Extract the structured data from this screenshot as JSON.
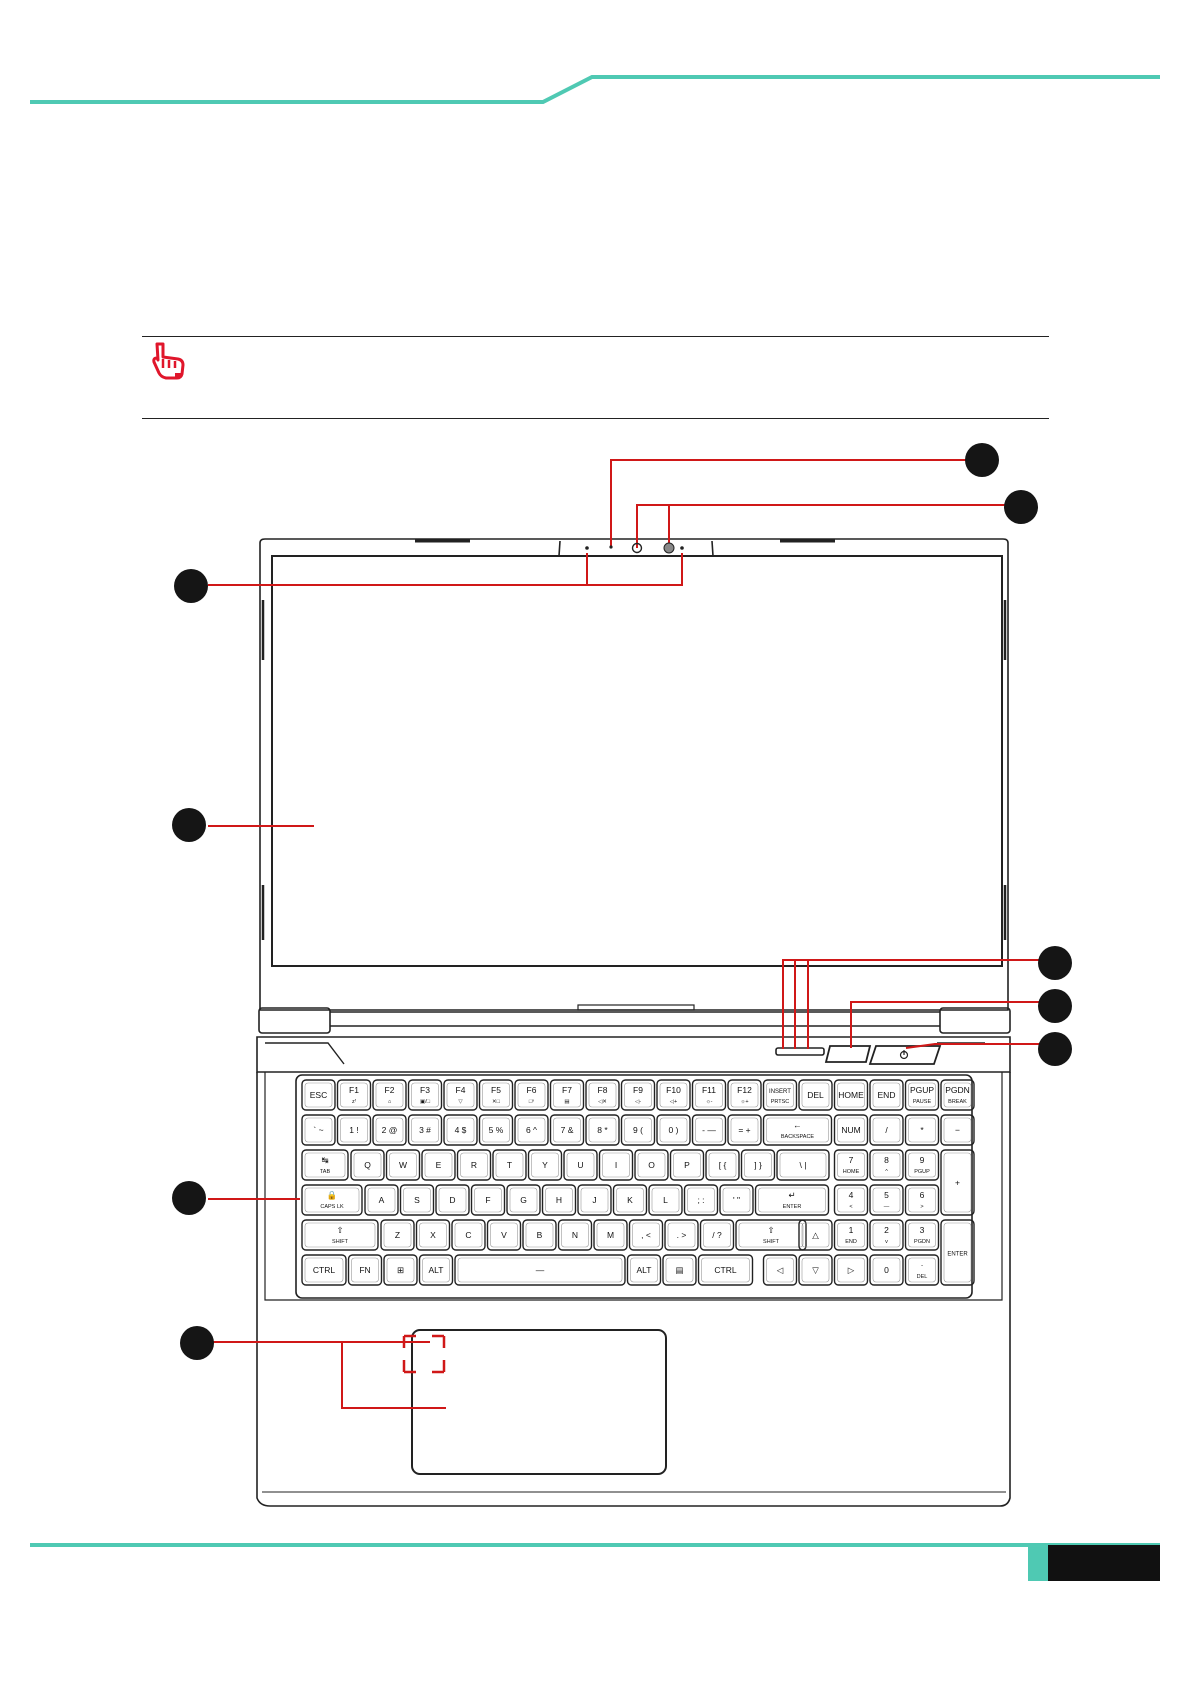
{
  "colors": {
    "accent": "#4fc9b3",
    "callout_line": "#d01818",
    "callout_dot": "#151515",
    "note_icon": "#e0162b",
    "outline": "#222222"
  },
  "header_band": "teal-stepped-rule",
  "note": {
    "icon": "pointing-hand-icon",
    "text": ""
  },
  "callouts": [
    "callout-1",
    "callout-2",
    "callout-3",
    "callout-4",
    "callout-5",
    "callout-6",
    "callout-7",
    "callout-8",
    "callout-9"
  ],
  "status_icons": [
    "power-icon",
    "webcam-icon",
    "airplane-icon"
  ],
  "keyboard": {
    "row_fn": [
      {
        "main": "ESC",
        "sub": ""
      },
      {
        "main": "F1",
        "sub": "zᶠ"
      },
      {
        "main": "F2",
        "sub": "⌂"
      },
      {
        "main": "F3",
        "sub": "▣/□"
      },
      {
        "main": "F4",
        "sub": "▽"
      },
      {
        "main": "F5",
        "sub": "✕□"
      },
      {
        "main": "F6",
        "sub": "□ˣ"
      },
      {
        "main": "F7",
        "sub": "▤"
      },
      {
        "main": "F8",
        "sub": "◁✕"
      },
      {
        "main": "F9",
        "sub": "◁-"
      },
      {
        "main": "F10",
        "sub": "◁+"
      },
      {
        "main": "F11",
        "sub": "☼-"
      },
      {
        "main": "F12",
        "sub": "☼+"
      },
      {
        "main": "INSERT",
        "sub": "PRTSC"
      },
      {
        "main": "DEL",
        "sub": ""
      },
      {
        "main": "HOME",
        "sub": ""
      },
      {
        "main": "END",
        "sub": ""
      },
      {
        "main": "PGUP",
        "sub": "PAUSE"
      },
      {
        "main": "PGDN",
        "sub": "BREAK"
      }
    ],
    "row_num": [
      "` ~",
      "1 !",
      "2 @",
      "3 #",
      "4 $",
      "5 %",
      "6 ^",
      "7 &",
      "8 *",
      "9 (",
      "0 )",
      "- —",
      "= +"
    ],
    "backspace": {
      "main": "←",
      "sub": "BACKSPACE"
    },
    "num_top": [
      "NUM",
      "/",
      "*",
      "−"
    ],
    "tab": {
      "main": "↹",
      "sub": "TAB"
    },
    "row_q": [
      "Q",
      "W",
      "E",
      "R",
      "T",
      "Y",
      "U",
      "I",
      "O",
      "P",
      "[ {",
      "] }",
      "\\ |"
    ],
    "num_q": [
      {
        "main": "7",
        "sub": "HOME"
      },
      {
        "main": "8",
        "sub": "^"
      },
      {
        "main": "9",
        "sub": "PGUP"
      }
    ],
    "plus": "+",
    "caps": {
      "main": "🔒",
      "sub": "CAPS LK"
    },
    "row_a": [
      "A",
      "S",
      "D",
      "F",
      "G",
      "H",
      "J",
      "K",
      "L",
      "; :",
      "' \""
    ],
    "enter": {
      "main": "↵",
      "sub": "ENTER"
    },
    "num_a": [
      {
        "main": "4",
        "sub": "<"
      },
      {
        "main": "5",
        "sub": "—"
      },
      {
        "main": "6",
        "sub": ">"
      }
    ],
    "shift_l": {
      "main": "⇧",
      "sub": "SHIFT"
    },
    "row_z": [
      "Z",
      "X",
      "C",
      "V",
      "B",
      "N",
      "M",
      ", <",
      ". >",
      "/ ?"
    ],
    "shift_r": {
      "main": "⇧",
      "sub": "SHIFT"
    },
    "arrow_up": "△",
    "num_z": [
      {
        "main": "1",
        "sub": "END"
      },
      {
        "main": "2",
        "sub": "v"
      },
      {
        "main": "3",
        "sub": "PGDN"
      }
    ],
    "num_enter": "ENTER",
    "row_ctrl": [
      "CTRL",
      "FN",
      "⊞",
      "ALT",
      "—",
      "ALT",
      "▤",
      "CTRL"
    ],
    "arrows": [
      "◁",
      "▽",
      "▷"
    ],
    "num_zero": "0",
    "num_del": {
      "main": "·",
      "sub": "DEL"
    }
  }
}
